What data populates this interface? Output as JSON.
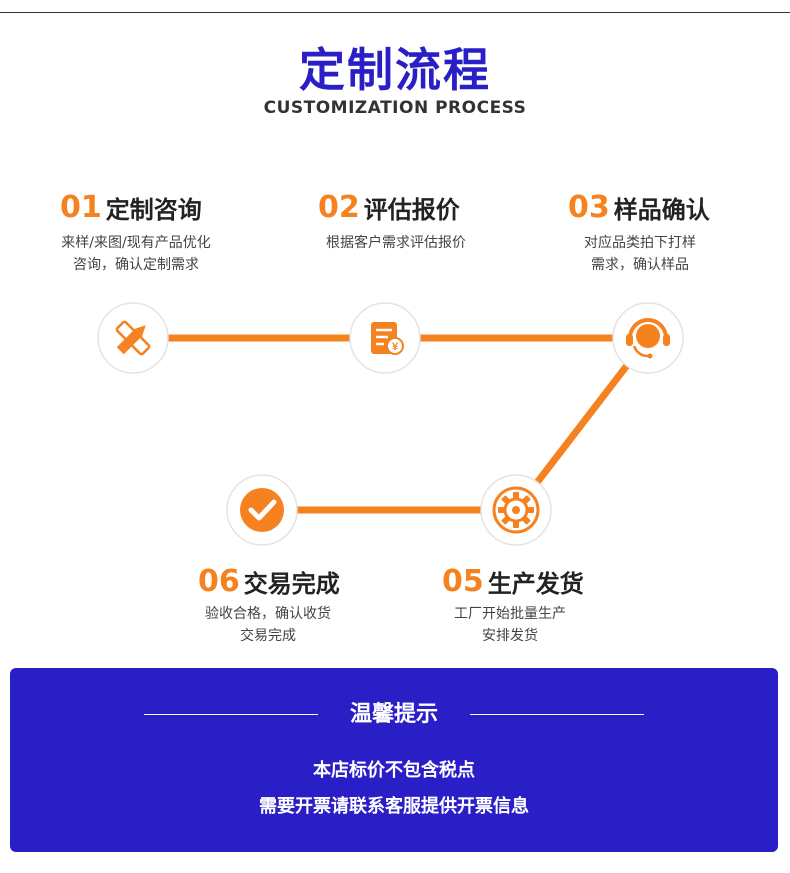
{
  "header": {
    "title": "定制流程",
    "subtitle": "CUSTOMIZATION PROCESS"
  },
  "steps": [
    {
      "num": "01",
      "title": "定制咨询",
      "desc": [
        "来样/来图/现有产品优化",
        "咨询，确认定制需求"
      ],
      "icon": "pencil-ruler-icon"
    },
    {
      "num": "02",
      "title": "评估报价",
      "desc": [
        "根据客户需求评估报价"
      ],
      "icon": "price-document-icon"
    },
    {
      "num": "03",
      "title": "样品确认",
      "desc": [
        "对应品类拍下打样",
        "需求，确认样品"
      ],
      "icon": "customer-service-headset-icon"
    },
    {
      "num": "05",
      "title": "生产发货",
      "desc": [
        "工厂开始批量生产",
        "安排发货"
      ],
      "icon": "gear-icon"
    },
    {
      "num": "06",
      "title": "交易完成",
      "desc": [
        "验收合格，确认收货",
        "交易完成"
      ],
      "icon": "checkmark-icon"
    }
  ],
  "colors": {
    "accent": "#f5821f",
    "brand": "#2a1fc6"
  },
  "notice": {
    "title": "温馨提示",
    "lines": [
      "本店标价不包含税点",
      "需要开票请联系客服提供开票信息"
    ]
  }
}
